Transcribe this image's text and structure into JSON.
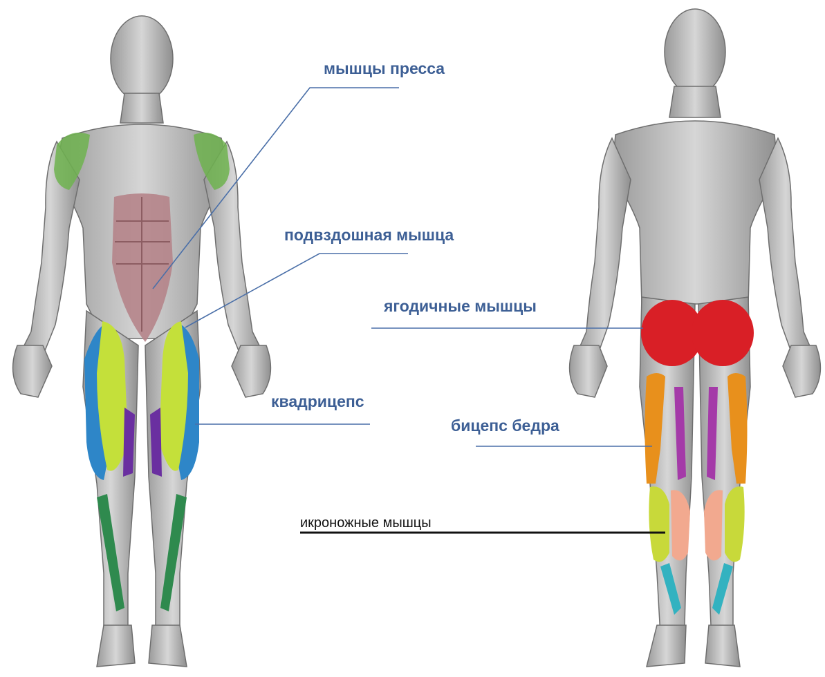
{
  "labels": {
    "abs": "мышцы пресса",
    "iliac": "подвздошная мышца",
    "glutes": "ягодичные мышцы",
    "quadriceps": "квадрицепс",
    "hamstrings": "бицепс бедра",
    "calves": "икроножные мышцы"
  },
  "colors": {
    "label_text": "#3d5f95",
    "leader_line": "#4a6fa8",
    "calves_text": "#111111",
    "body": "#bdbdbd",
    "deltoids": "#6fb34f",
    "abs": "#b58489",
    "quad_rectus": "#c4e03a",
    "quad_vastus_lateralis": "#2e86c8",
    "quad_vastus_medialis": "#6a2fa0",
    "tibialis": "#2f8a4e",
    "glutes": "#d91f26",
    "hamstring_biceps": "#e8901c",
    "hamstring_semitendinosus": "#a43aa8",
    "calf_lateral": "#c8d93a",
    "calf_medial": "#f2a98f",
    "soleus_lower": "#33b2c0"
  }
}
